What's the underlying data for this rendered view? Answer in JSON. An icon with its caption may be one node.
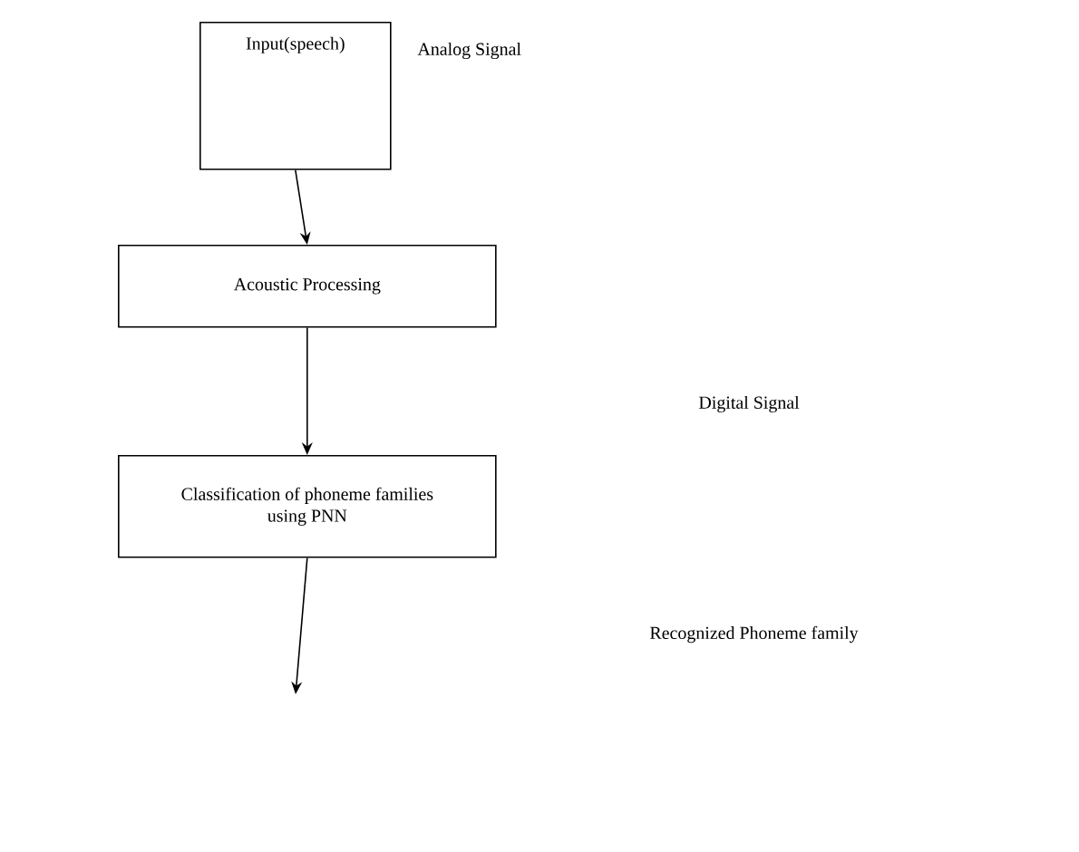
{
  "diagram": {
    "nodes": [
      {
        "text": [
          "Input(speech)"
        ],
        "beside": [
          "Analog Signal"
        ]
      },
      {
        "text": [
          "Acoustic Processing"
        ]
      },
      {
        "text": [
          "Classification of phoneme families using PNN"
        ]
      }
    ],
    "edges": [
      {
        "from": 0,
        "to": 1,
        "arrow": "to"
      },
      {
        "from": 1,
        "to": 2,
        "arrow": "to"
      },
      {
        "from": 2,
        "to": null,
        "arrow": "to"
      }
    ],
    "labels": [
      "Digital Signal",
      "Recognized Phoneme family"
    ]
  }
}
